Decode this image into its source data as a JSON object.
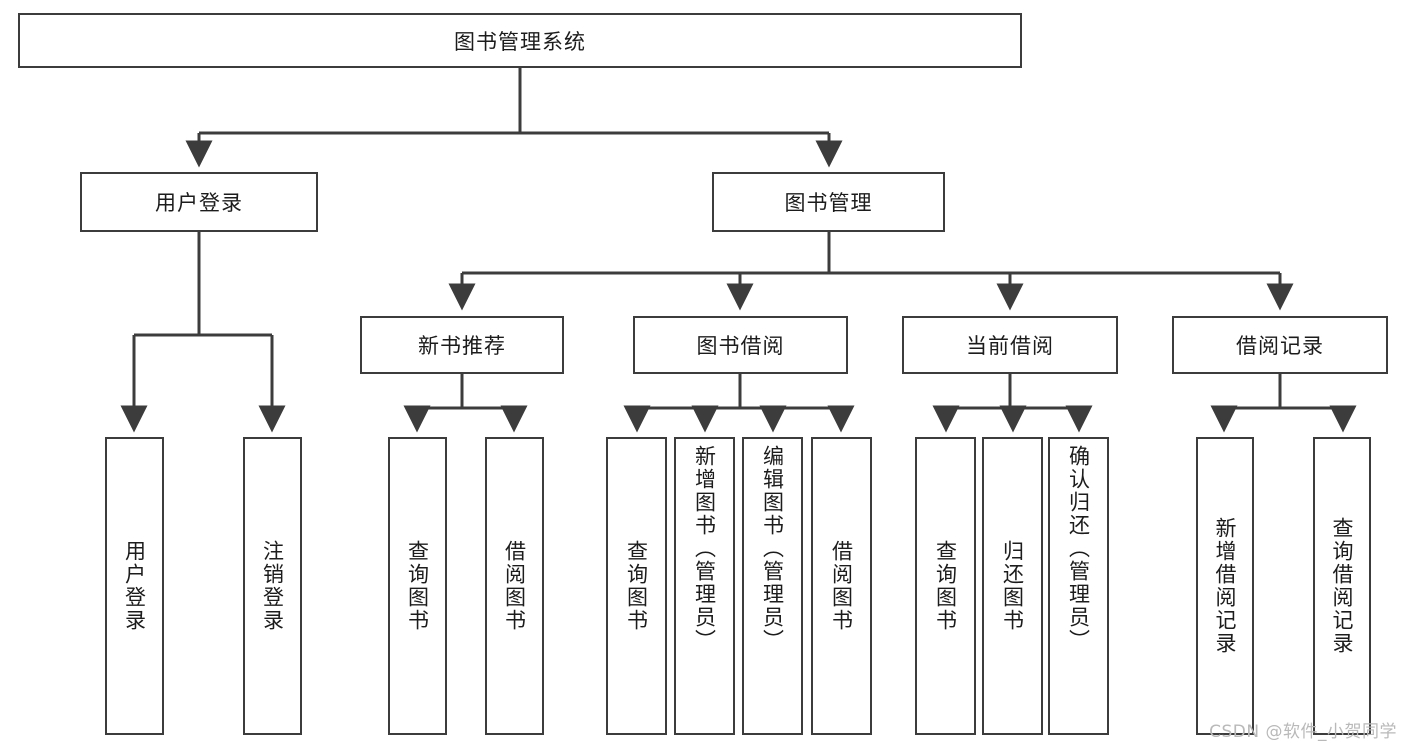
{
  "diagram": {
    "title": "图书管理系统",
    "type": "hierarchy-tree",
    "colors": {
      "line": "#3c3c3c",
      "box_border": "#3c3c3c",
      "box_fill": "#ffffff",
      "text": "#1c1c1c",
      "watermark": "#b9b9b9"
    },
    "root": {
      "label": "图书管理系统"
    },
    "level2": [
      {
        "label": "用户登录"
      },
      {
        "label": "图书管理"
      }
    ],
    "level3": [
      {
        "label": "新书推荐"
      },
      {
        "label": "图书借阅"
      },
      {
        "label": "当前借阅"
      },
      {
        "label": "借阅记录"
      }
    ],
    "leaves": {
      "user_login": [
        {
          "label": "用户登录"
        },
        {
          "label": "注销登录"
        }
      ],
      "new_book_recommend": [
        {
          "label": "查询图书"
        },
        {
          "label": "借阅图书"
        }
      ],
      "book_borrow": [
        {
          "label": "查询图书"
        },
        {
          "label": "新增图书（管理员）"
        },
        {
          "label": "编辑图书（管理员）"
        },
        {
          "label": "借阅图书"
        }
      ],
      "current_borrow": [
        {
          "label": "查询图书"
        },
        {
          "label": "归还图书"
        },
        {
          "label": "确认归还（管理员）"
        }
      ],
      "borrow_record": [
        {
          "label": "新增借阅记录"
        },
        {
          "label": "查询借阅记录"
        }
      ]
    }
  },
  "watermark": {
    "text": "CSDN @软件_小贺同学"
  }
}
